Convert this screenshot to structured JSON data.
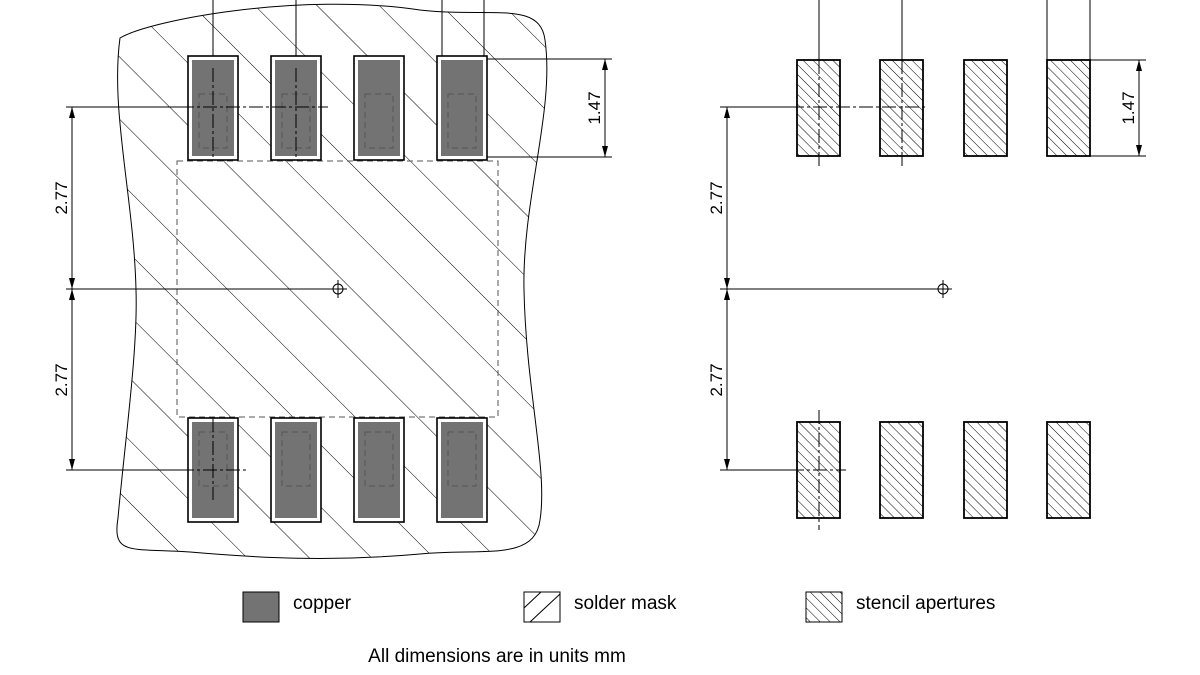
{
  "dimensions": {
    "pad_length": "1.47",
    "pitch_upper": "2.77",
    "pitch_lower": "2.77",
    "stencil_pad_length": "1.47",
    "stencil_pitch_upper": "2.77",
    "stencil_pitch_lower": "2.77"
  },
  "legend": {
    "copper": "copper",
    "solder_mask": "solder mask",
    "stencil": "stencil apertures"
  },
  "footer": "All dimensions are in units mm",
  "colors": {
    "copper": "#737373",
    "outline": "#000000",
    "background": "#ffffff"
  }
}
